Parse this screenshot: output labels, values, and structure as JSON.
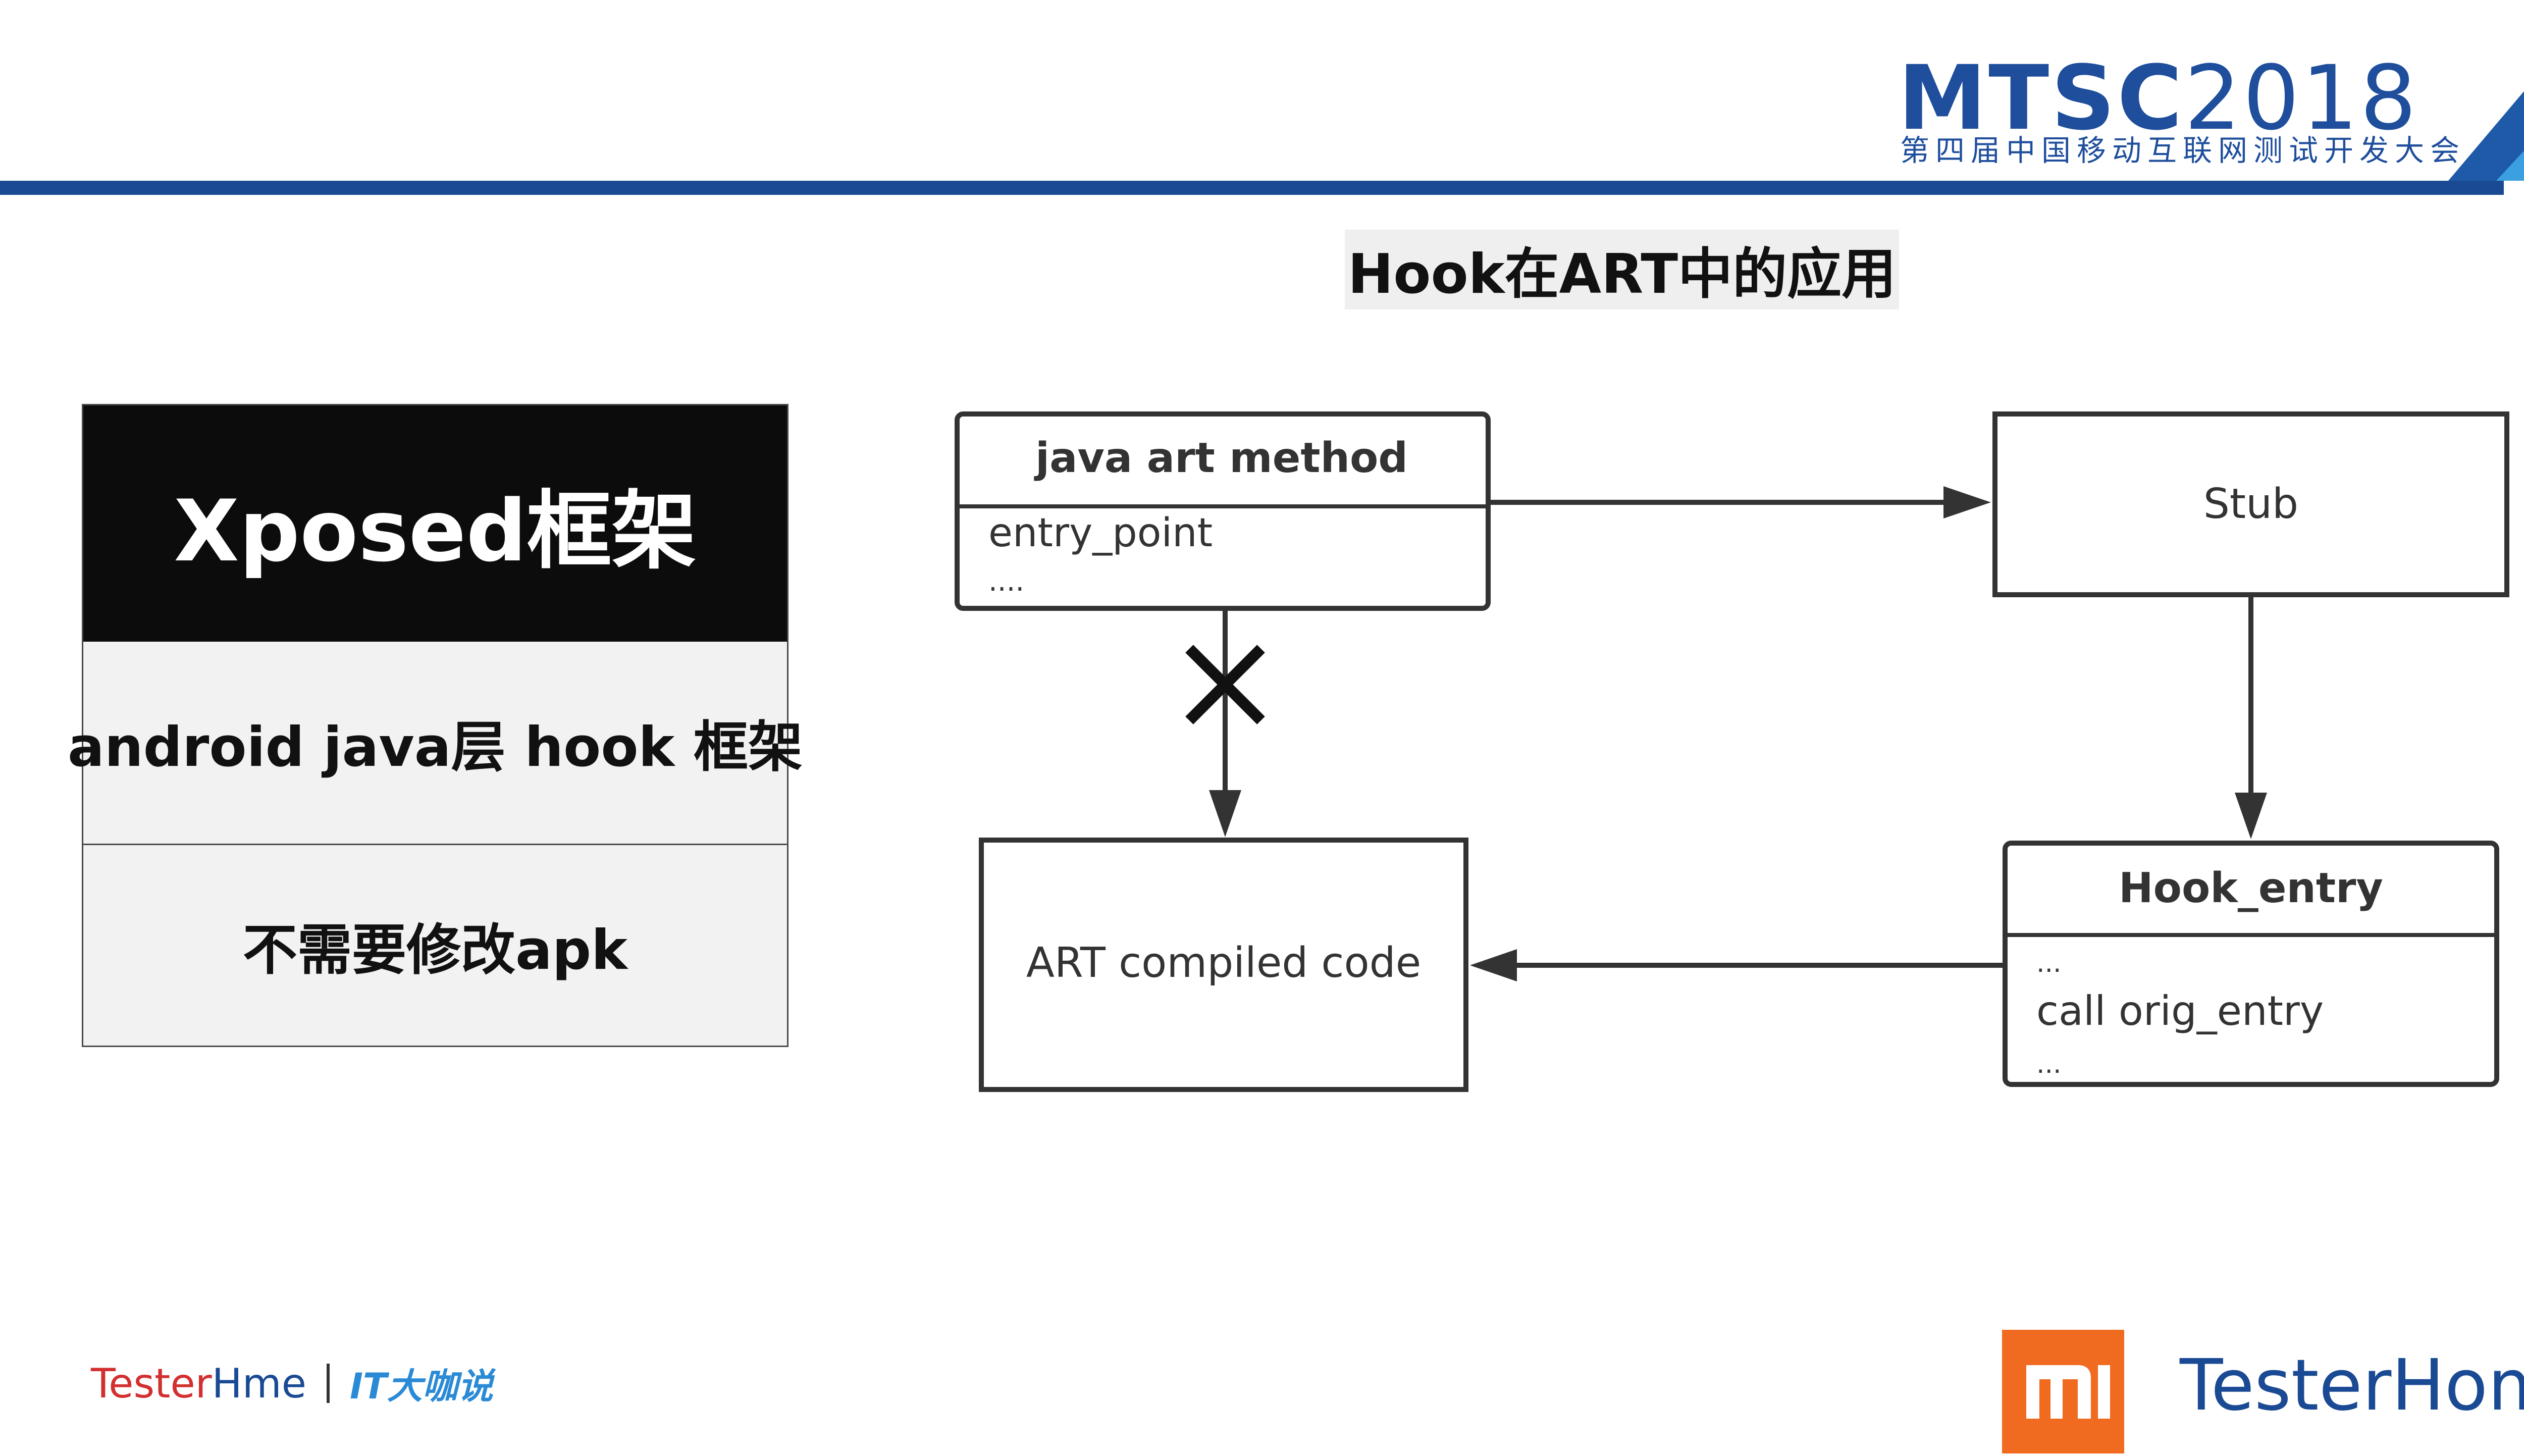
{
  "header": {
    "brand_bold": "MTSC",
    "brand_year": "2018",
    "subtitle": "第四届中国移动互联网测试开发大会",
    "accent_color": "#1a4a94"
  },
  "slide": {
    "title": "Hook在ART中的应用"
  },
  "panel": {
    "heading": "Xposed框架",
    "row1": "android java层 hook 框架",
    "row2": "不需要修改apk"
  },
  "diagram": {
    "java_method": {
      "title": "java art method",
      "field": "entry_point",
      "ellipsis": "...."
    },
    "stub": {
      "label": "Stub"
    },
    "hook_entry": {
      "title": "Hook_entry",
      "line1": "...",
      "line2": "call orig_entry",
      "line3": "..."
    },
    "art_code": {
      "label": "ART compiled code"
    }
  },
  "footer": {
    "left_brand_red": "Tester",
    "left_brand_blue": "H",
    "left_brand_rest": "me",
    "it_logo": "IT大咖说",
    "right_brand": "TesterHome",
    "mi_color": "#f06a1f"
  }
}
